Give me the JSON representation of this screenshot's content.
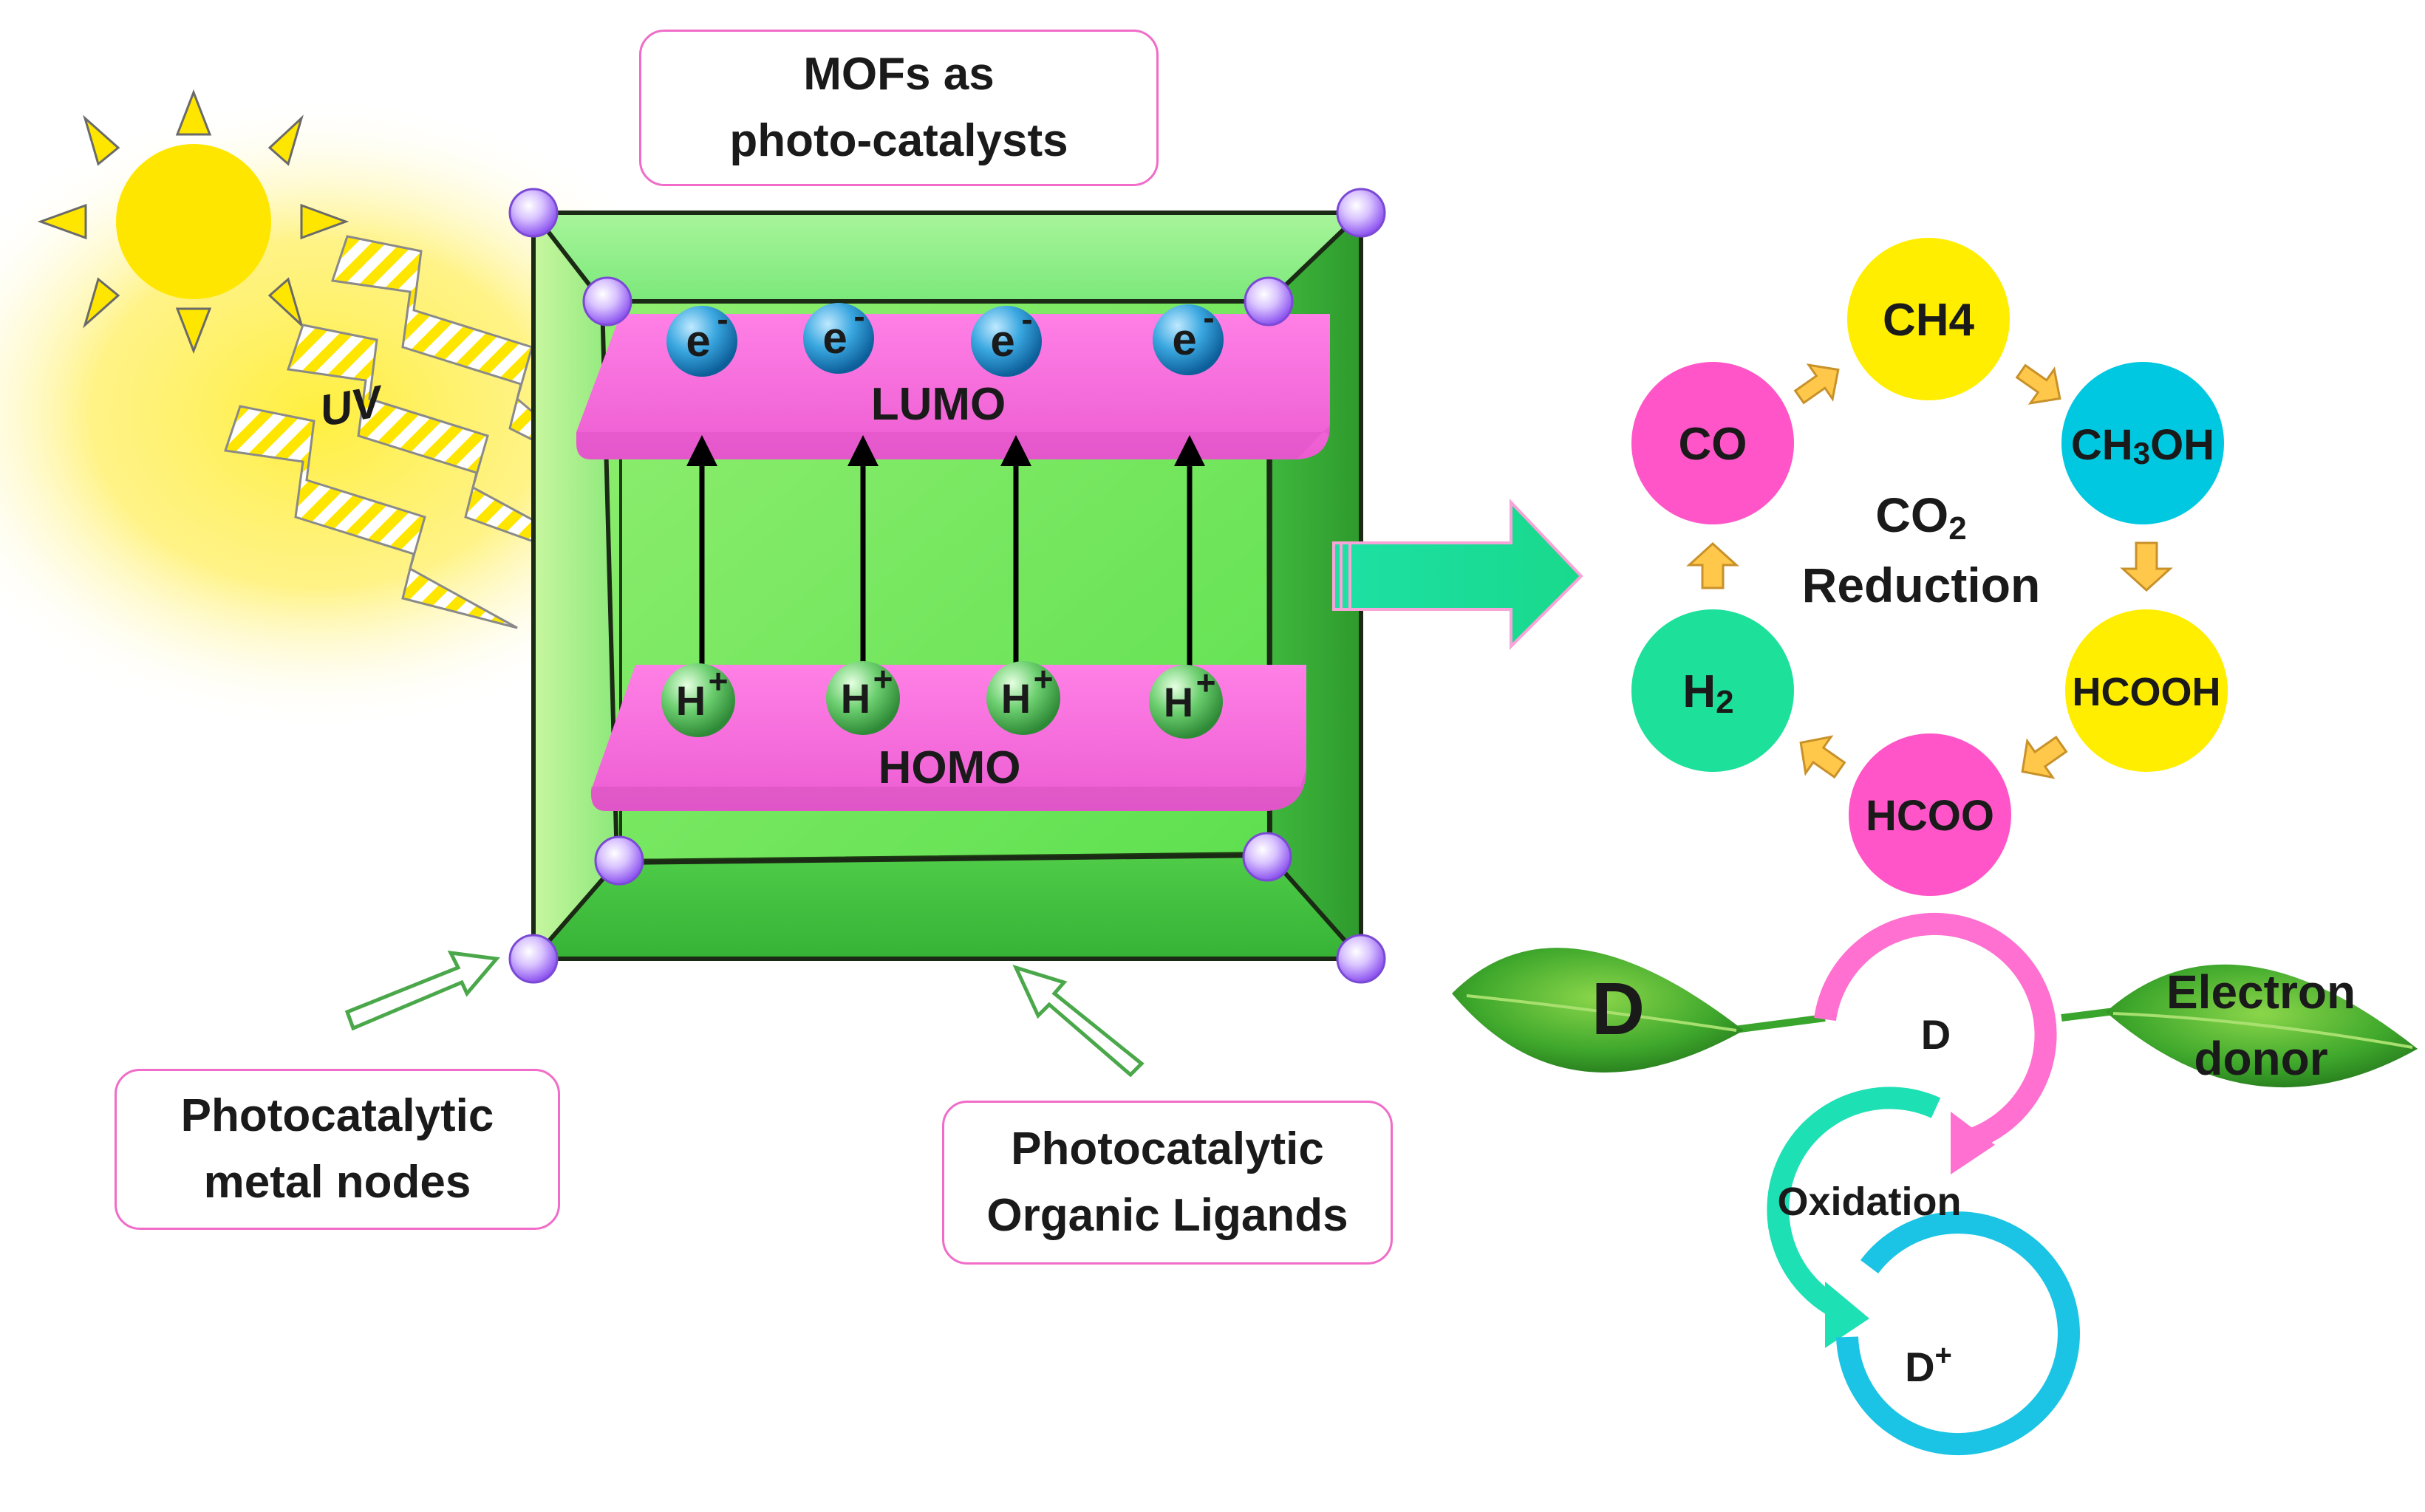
{
  "colors": {
    "sun": "#ffe600",
    "framework_green": "#44c845",
    "band_pink": "#f06cd8",
    "electron_blue": "#2aa6e0",
    "hole_green": "#4fbf5a",
    "metal_node_purple": "#a86cff",
    "arrow_teal": "#1de09a",
    "co_circle": "#ff55c8",
    "ch4_circle": "#ffee00",
    "ch3oh_circle": "#00c8e0",
    "hcooh_circle": "#ffee00",
    "hcoo_circle": "#ff55c8",
    "h2_circle": "#1de09a",
    "small_arrow": "#ffc84a",
    "leaf_green": "#3aa52c"
  },
  "icons": [
    "sun-icon",
    "uv-lightning-icon",
    "leaf-icon",
    "cycle-arrow-icon"
  ],
  "title_box": {
    "line1": "MOFs as",
    "line2": "photo-catalysts"
  },
  "uv_label": "UV",
  "lumo_label": "LUMO",
  "homo_label": "HOMO",
  "electron_label": "e",
  "electron_charge": "-",
  "hole_label": "H",
  "hole_charge": "+",
  "metal_box": {
    "line1": "Photocatalytic",
    "line2": "metal nodes"
  },
  "ligand_box": {
    "line1": "Photocatalytic",
    "line2": "Organic Ligands"
  },
  "co2": {
    "line1": "CO",
    "line1_sub": "2",
    "line2": "Reduction"
  },
  "products": {
    "co": "CO",
    "ch4": "CH4",
    "ch3oh_pre": "CH",
    "ch3oh_sub": "3",
    "ch3oh_post": "OH",
    "hcooh": "HCOOH",
    "hcoo": "HCOO",
    "h2": "H",
    "h2_sub": "2"
  },
  "donor": {
    "leaf_left": "D",
    "leaf_right_line1": "Electron",
    "leaf_right_line2": "donor",
    "d_label": "D",
    "oxidation": "Oxidation",
    "d_plus": "D",
    "d_plus_sup": "+"
  }
}
